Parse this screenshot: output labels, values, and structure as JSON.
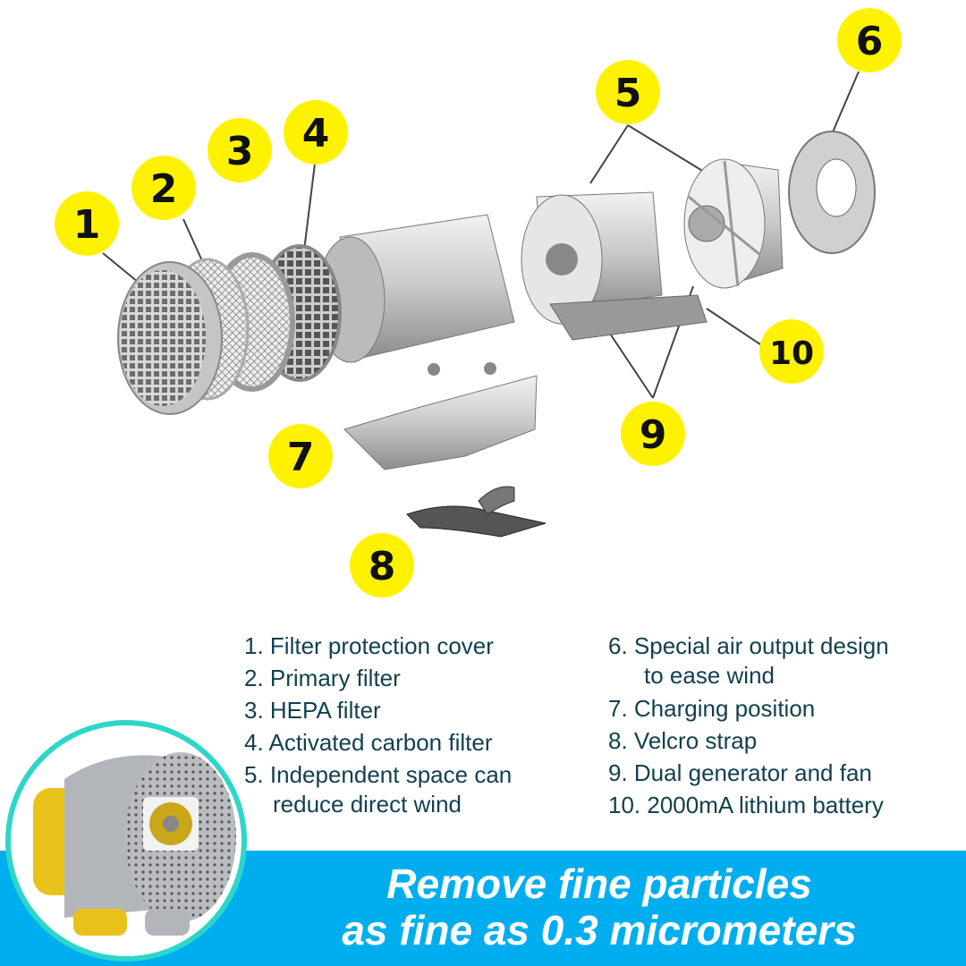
{
  "callouts": [
    "1",
    "2",
    "3",
    "4",
    "5",
    "6",
    "7",
    "8",
    "9",
    "10"
  ],
  "parts_left": [
    {
      "text": "1. Filter protection cover"
    },
    {
      "text": "2. Primary filter"
    },
    {
      "text": "3. HEPA filter"
    },
    {
      "text": "4. Activated carbon filter"
    },
    {
      "text": "5. Independent space can",
      "cont": "reduce direct wind"
    }
  ],
  "parts_right": [
    {
      "text": "6.  Special air output design",
      "cont": "to ease wind"
    },
    {
      "text": "7.  Charging position"
    },
    {
      "text": "8.  Velcro strap"
    },
    {
      "text": "9.  Dual generator and fan"
    },
    {
      "text": "10. 2000mA lithium battery"
    }
  ],
  "banner": {
    "line1": "Remove fine particles",
    "line2": "as fine as 0.3 micrometers"
  },
  "colors": {
    "callout_fill": "#fff200",
    "text": "#12404f",
    "banner": "#00aeef",
    "circle_border": "#2ed6c9"
  }
}
